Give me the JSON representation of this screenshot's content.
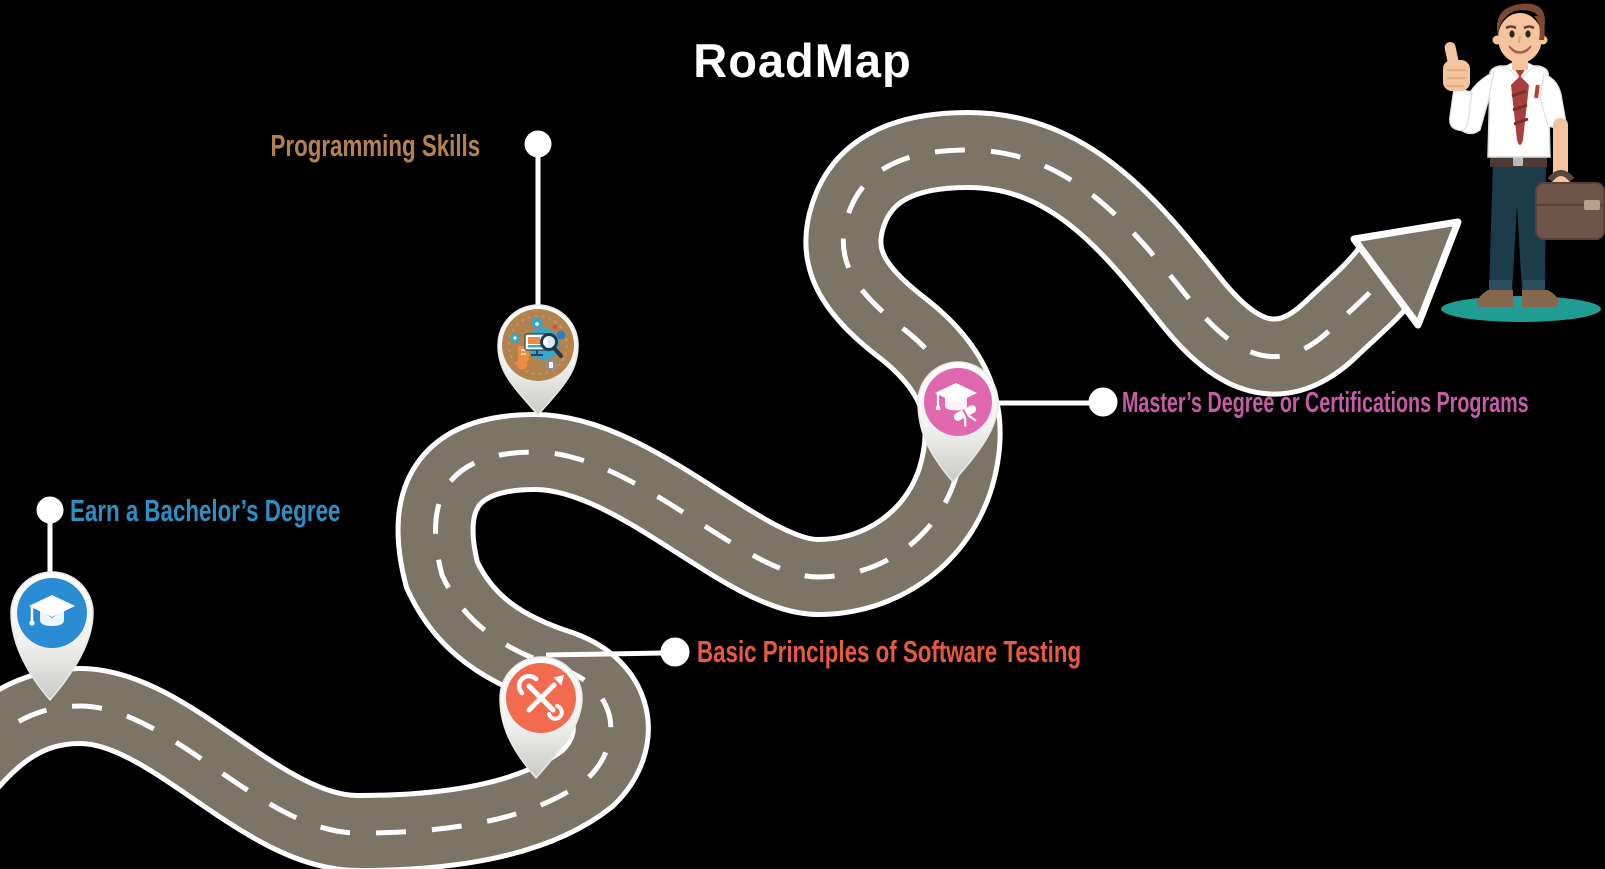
{
  "title": "RoadMap",
  "milestones": [
    {
      "id": "programming",
      "label": "Programming Skills",
      "label_color": "#b5824f",
      "pin_color": "#b2834f",
      "icon": "software-development-illustration"
    },
    {
      "id": "bachelors",
      "label": "Earn a Bachelor’s Degree",
      "label_color": "#2e8fc7",
      "pin_color": "#2a8dd4",
      "icon": "graduation-cap"
    },
    {
      "id": "testing",
      "label": "Basic Principles of Software Testing",
      "label_color": "#e85a3e",
      "pin_color": "#f26b4f",
      "icon": "crossed-tools"
    },
    {
      "id": "masters",
      "label": "Master’s Degree or Certifications Programs",
      "label_color": "#c75ba8",
      "pin_color": "#e068b0",
      "icon": "graduation-cap-with-diploma"
    }
  ],
  "road": {
    "surface_color": "#7b7467",
    "marking_color": "#ffffff",
    "background_color": "#000000",
    "end": "arrow-pointing-to-businessman"
  },
  "figure": "businessman-illustration"
}
